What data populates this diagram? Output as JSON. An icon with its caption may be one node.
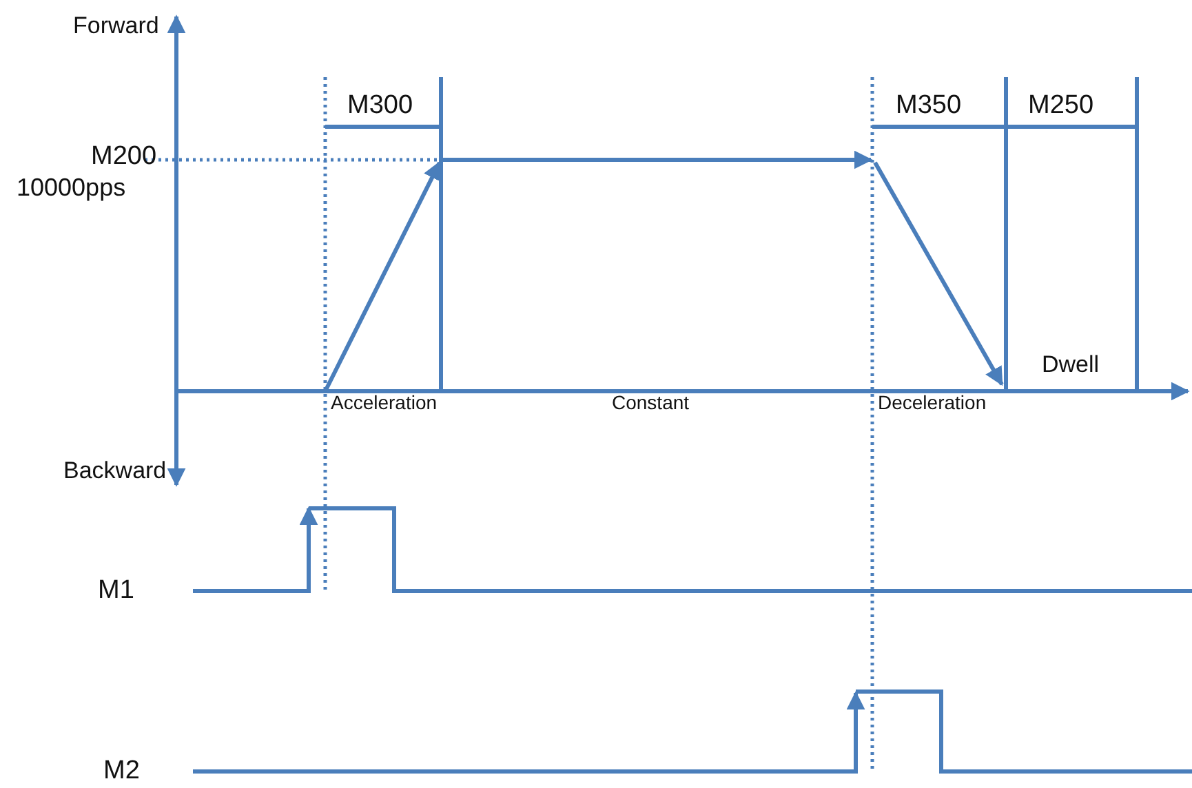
{
  "diagram": {
    "labels": [
      "Forward",
      "M300",
      "M350",
      "M250",
      "M200",
      "10000pps",
      "Dwell",
      "Acceleration",
      "Constant",
      "Deceleration",
      "Backward",
      "M1",
      "M2"
    ]
  }
}
